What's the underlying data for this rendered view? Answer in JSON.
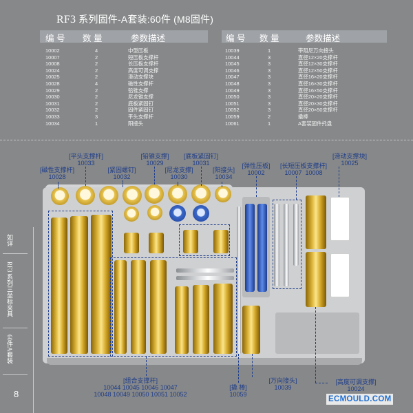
{
  "title": {
    "brand": "RF3",
    "text": "系列固件-A套装:60件 (M8固件)"
  },
  "table_headers": {
    "code": "编 号",
    "qty": "数 量",
    "desc": "参数描述"
  },
  "left_table": [
    {
      "code": "10002",
      "qty": "4",
      "desc": "中型压板"
    },
    {
      "code": "10007",
      "qty": "2",
      "desc": "短压板支撑杆"
    },
    {
      "code": "10008",
      "qty": "2",
      "desc": "长压板支撑杆"
    },
    {
      "code": "10024",
      "qty": "2",
      "desc": "高度可调支撑"
    },
    {
      "code": "10025",
      "qty": "2",
      "desc": "滑动支撑块"
    },
    {
      "code": "10028",
      "qty": "4",
      "desc": "磁性支撑杆"
    },
    {
      "code": "10029",
      "qty": "2",
      "desc": "铅锥支撑"
    },
    {
      "code": "10030",
      "qty": "2",
      "desc": "尼龙锥支撑"
    },
    {
      "code": "10031",
      "qty": "2",
      "desc": "底板紧固钉"
    },
    {
      "code": "10032",
      "qty": "2",
      "desc": "固件紧固钉"
    },
    {
      "code": "10033",
      "qty": "3",
      "desc": "平头支撑杆"
    },
    {
      "code": "10034",
      "qty": "1",
      "desc": "阳接头"
    }
  ],
  "right_table": [
    {
      "code": "10039",
      "qty": "1",
      "desc": "带阻尼万向接头"
    },
    {
      "code": "10044",
      "qty": "3",
      "desc": "直径12×20支撑杆"
    },
    {
      "code": "10045",
      "qty": "3",
      "desc": "直径12×30支撑杆"
    },
    {
      "code": "10046",
      "qty": "3",
      "desc": "直径12×50支撑杆"
    },
    {
      "code": "10047",
      "qty": "3",
      "desc": "直径16×20支撑杆"
    },
    {
      "code": "10048",
      "qty": "3",
      "desc": "直径16×30支撑杆"
    },
    {
      "code": "10049",
      "qty": "3",
      "desc": "直径16×50支撑杆"
    },
    {
      "code": "10050",
      "qty": "3",
      "desc": "直径20×20支撑杆"
    },
    {
      "code": "10051",
      "qty": "3",
      "desc": "直径20×30支撑杆"
    },
    {
      "code": "10052",
      "qty": "3",
      "desc": "直径20×50支撑杆"
    },
    {
      "code": "10059",
      "qty": "2",
      "desc": "撬棒"
    },
    {
      "code": "10061",
      "qty": "1",
      "desc": "A套装固件托盘"
    }
  ],
  "labels": {
    "flat_head_name": "[平头支撑杆]",
    "flat_head_code": "10033",
    "magnetic_name": "[磁性支撑杆]",
    "magnetic_code": "10028",
    "fastening_nail_name": "[紧固螺钉]",
    "fastening_nail_code": "10032",
    "lead_cone_name": "[铅锥支撑]",
    "lead_cone_code": "10029",
    "nylon_cone_name": "[尼龙支撑]",
    "nylon_cone_code": "10030",
    "base_nail_name": "[底板紧固钉]",
    "base_nail_code": "10031",
    "male_joint_name": "[阳接头]",
    "male_joint_code": "10034",
    "elastic_plate_name": "[弹性压板]",
    "elastic_plate_code": "10002",
    "long_short_name": "[长短压板支撑杆]",
    "long_short_code_1": "10007",
    "long_short_code_2": "10008",
    "sliding_name": "[滑动支撑块]",
    "sliding_code": "10025",
    "combo_name": "[组合支撑杆]",
    "combo_codes_1": "10044 10045 10046 10047",
    "combo_codes_2": "10048 10049 10050  10051  10052",
    "pry_name": "[撬 棒]",
    "pry_code": "10059",
    "universal_name": "[万向接头]",
    "universal_code": "10039",
    "height_name": "[高度可调支撑]",
    "height_code": "10024"
  },
  "side": {
    "text_1": "如详",
    "text_2": "RF3 系列三坐标夹具",
    "text_3": "60件A套装",
    "page_number": "8"
  },
  "logo": "ECMOULD.COM",
  "colors": {
    "background": "#868889",
    "label_blue": "#1f3d8a",
    "header_bar": "#9fa2a6",
    "brass": "#d9b136"
  }
}
